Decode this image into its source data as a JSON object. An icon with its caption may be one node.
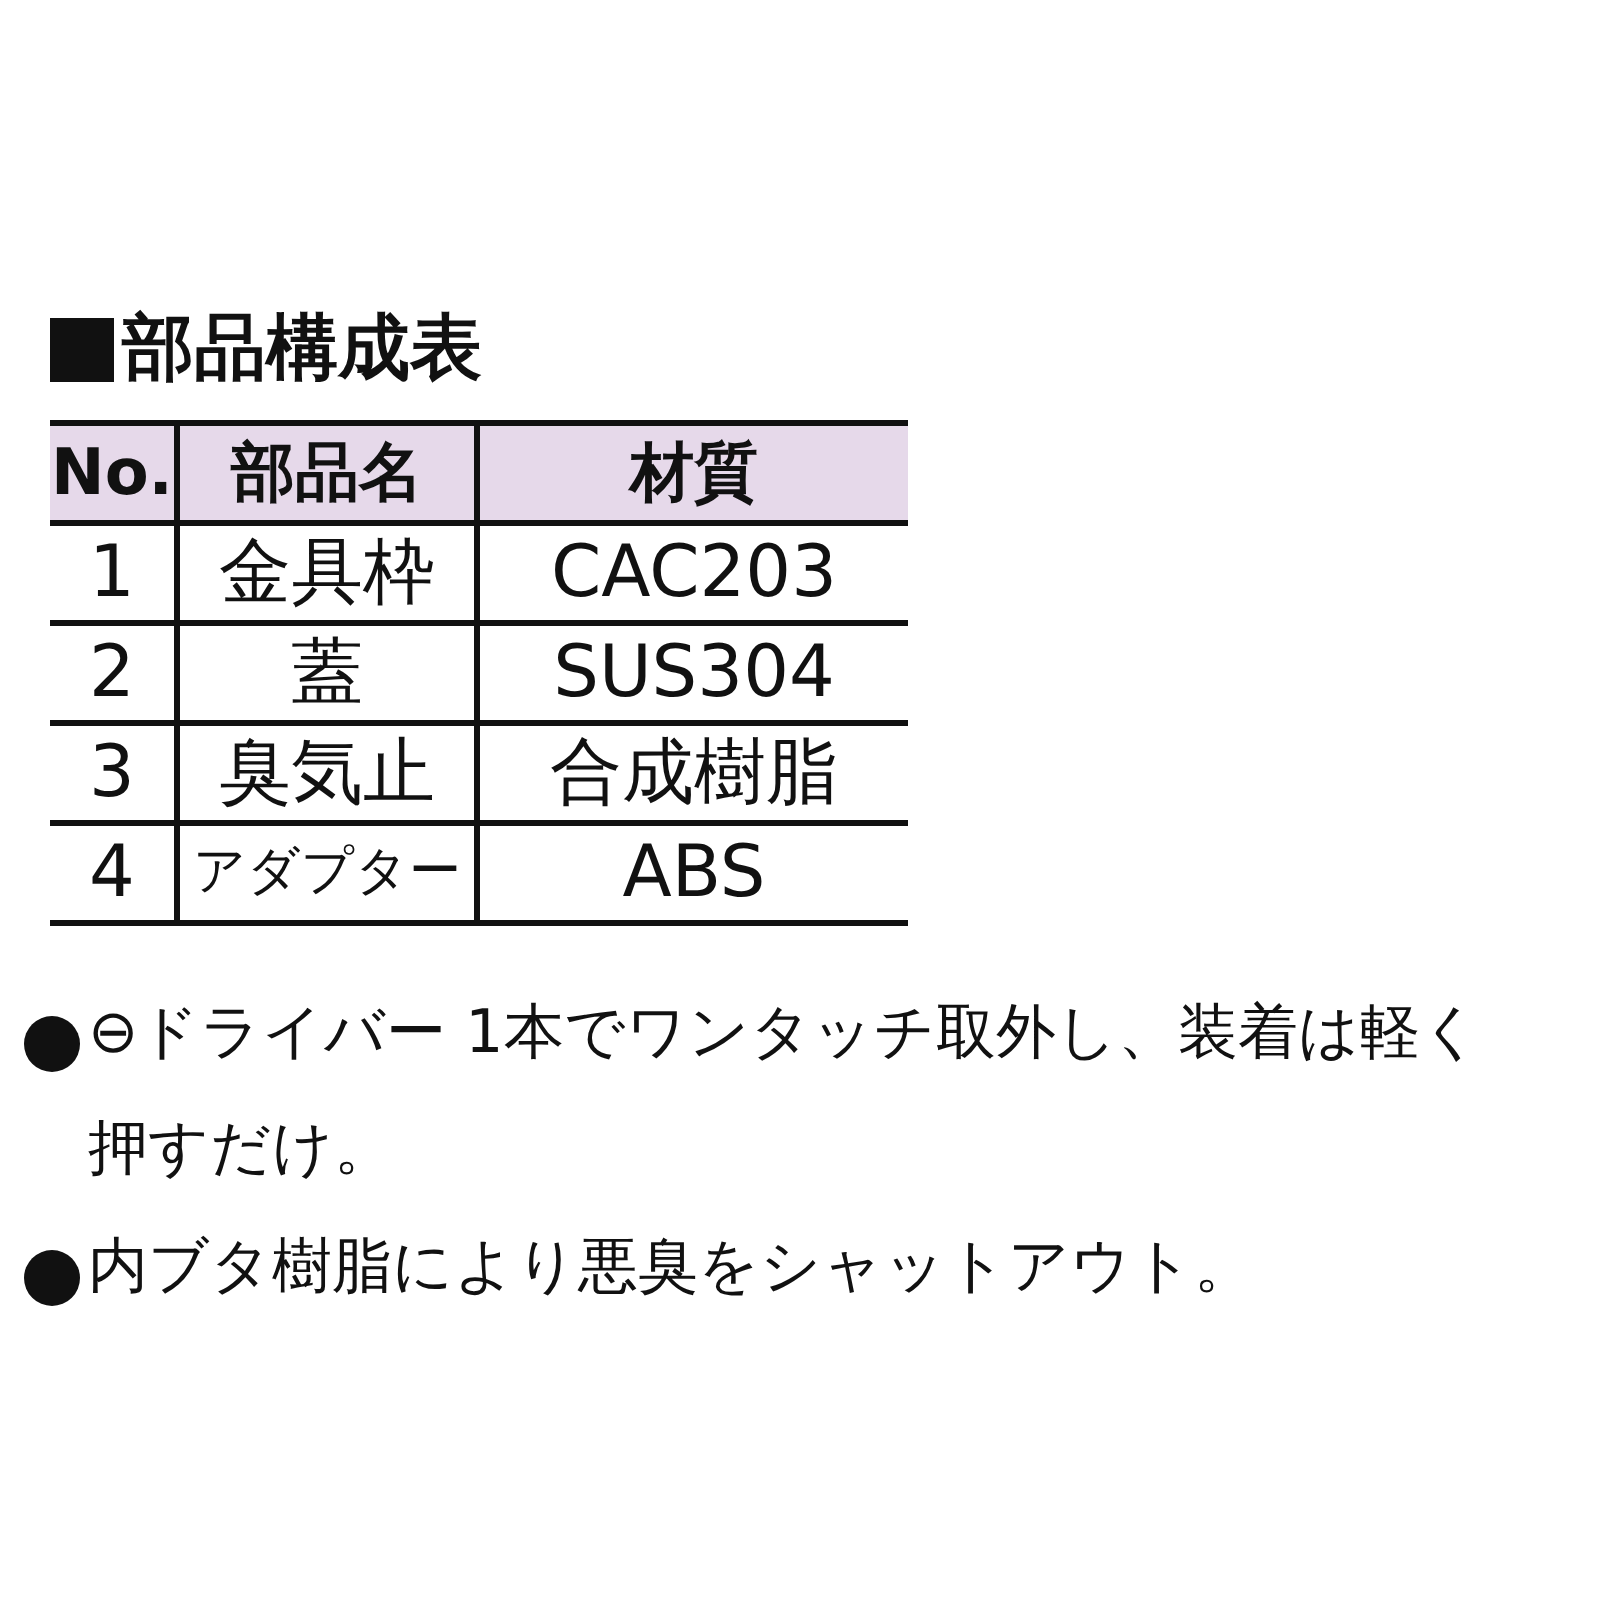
{
  "diagram": {
    "title": "部品構成表",
    "labels": [
      "No.",
      "部品名",
      "材質",
      "1",
      "金具枠",
      "CAC203",
      "2",
      "蓋",
      "SUS304",
      "3",
      "臭気止",
      "合成樹脂",
      "4",
      "アダプター",
      "ABS",
      "⊖ドライバー 1本でワンタッチ取外し、装着は軽く押すだけ。",
      "内ブタ樹脂により悪臭をシャットアウト。"
    ]
  }
}
